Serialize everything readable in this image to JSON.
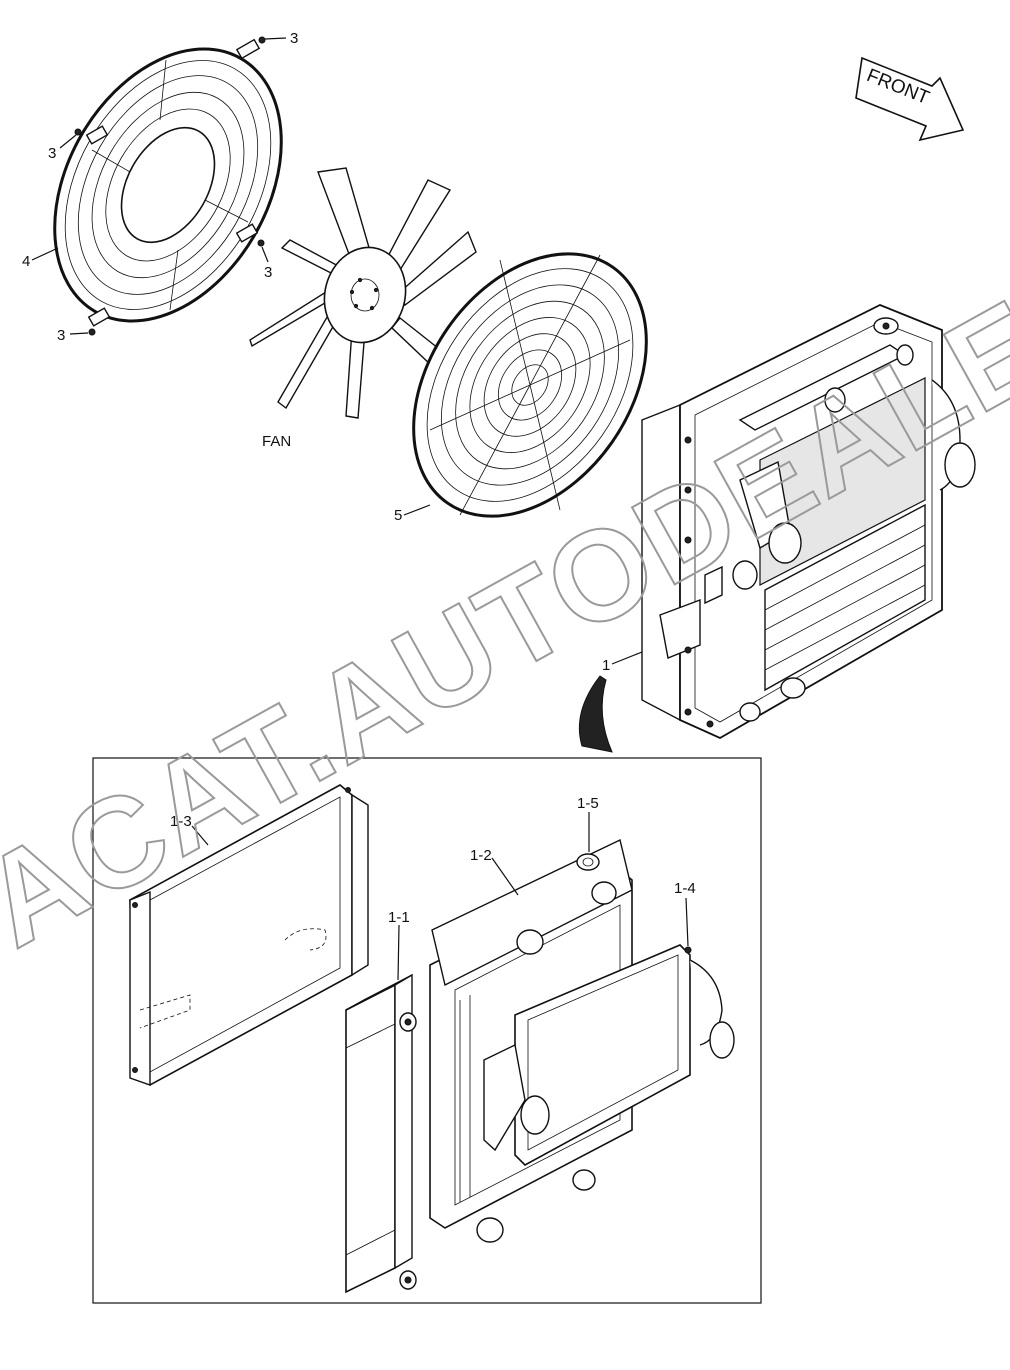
{
  "direction_arrow": {
    "label": "FRONT"
  },
  "fan": {
    "label": "FAN"
  },
  "callouts": {
    "screw_top": "3",
    "screw_left_upper": "3",
    "shroud": "4",
    "screw_right_lower": "3",
    "screw_left_lower": "3",
    "guard": "5",
    "radiator_assembly": "1",
    "part_1_1": "1-1",
    "part_1_2": "1-2",
    "part_1_3": "1-3",
    "part_1_4": "1-4",
    "part_1_5": "1-5"
  },
  "watermark": {
    "text": "ACAT.AUTODEALER.RU"
  },
  "colors": {
    "line": "#111111",
    "watermark": "#9a9a9a",
    "background": "#ffffff"
  }
}
